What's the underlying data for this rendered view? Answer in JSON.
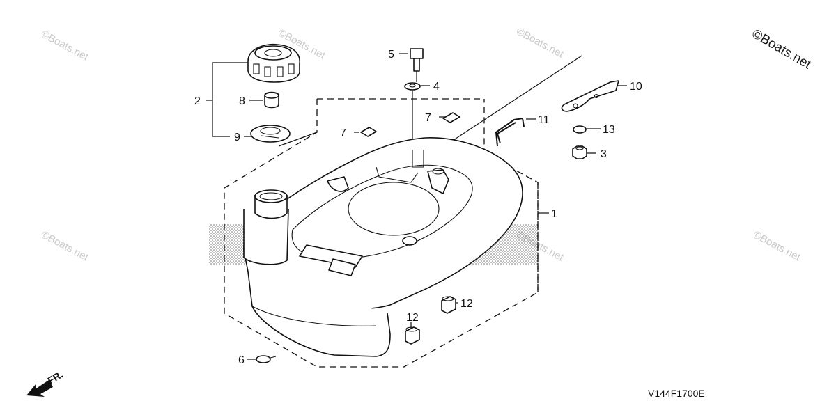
{
  "watermarks": {
    "corner": "©Boats.net",
    "tile": "©Boats.net"
  },
  "callouts": {
    "c1": "1",
    "c2": "2",
    "c3": "3",
    "c4": "4",
    "c5": "5",
    "c6": "6",
    "c7a": "7",
    "c7b": "7",
    "c8": "8",
    "c9": "9",
    "c10": "10",
    "c11": "11",
    "c12a": "12",
    "c12b": "12",
    "c13": "13"
  },
  "direction_label": "FR.",
  "diagram_code": "V144F1700E"
}
